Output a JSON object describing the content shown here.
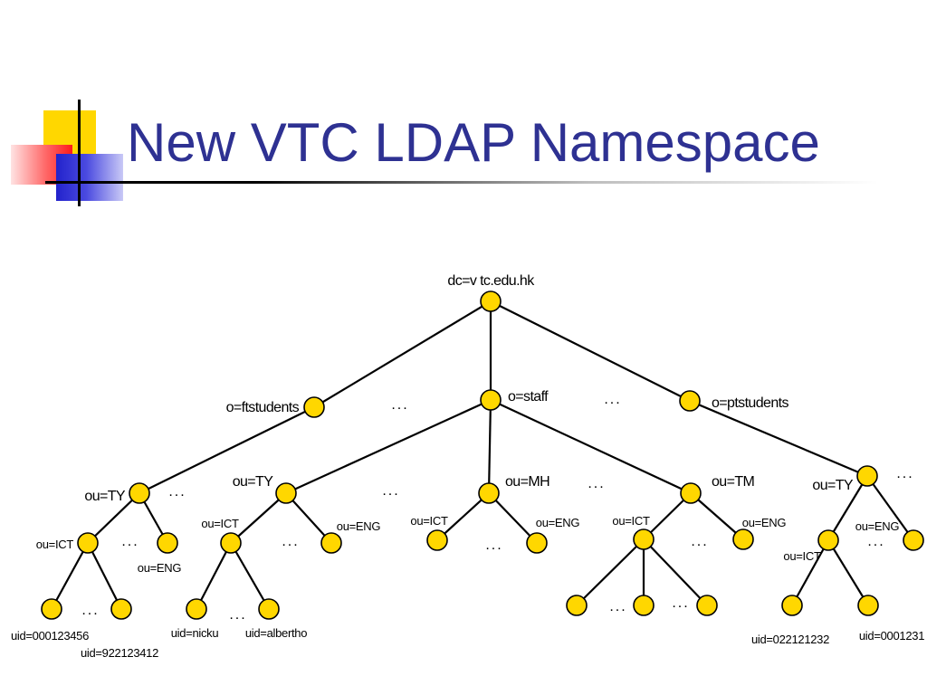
{
  "slide": {
    "title": "New VTC LDAP Namespace"
  },
  "colors": {
    "title": "#2E3192",
    "node_fill": "#FFD700",
    "accent_red": "#FF1A1A",
    "accent_blue": "#2222CC"
  },
  "tree": {
    "nodes": [
      {
        "id": "root",
        "label": "dc=v tc.edu.hk"
      },
      {
        "id": "ft",
        "label": "o=ftstudents"
      },
      {
        "id": "staff",
        "label": "o=staff"
      },
      {
        "id": "pt",
        "label": "o=ptstudents"
      },
      {
        "id": "ft_ty",
        "label": "ou=TY"
      },
      {
        "id": "ft_ty_ict",
        "label": "ou=ICT"
      },
      {
        "id": "ft_ty_eng",
        "label": "ou=ENG"
      },
      {
        "id": "u1",
        "label": "uid=000123456"
      },
      {
        "id": "u2",
        "label": "uid=922123412"
      },
      {
        "id": "st_ty",
        "label": "ou=TY"
      },
      {
        "id": "st_ty_ict",
        "label": "ou=ICT"
      },
      {
        "id": "st_ty_eng",
        "label": "ou=ENG"
      },
      {
        "id": "u3",
        "label": "uid=nicku"
      },
      {
        "id": "u4",
        "label": "uid=albertho"
      },
      {
        "id": "st_mh",
        "label": "ou=MH"
      },
      {
        "id": "st_mh_ict",
        "label": "ou=ICT"
      },
      {
        "id": "st_mh_eng",
        "label": "ou=ENG"
      },
      {
        "id": "st_tm",
        "label": "ou=TM"
      },
      {
        "id": "st_tm_ict",
        "label": "ou=ICT"
      },
      {
        "id": "st_tm_eng",
        "label": "ou=ENG"
      },
      {
        "id": "tm_l1",
        "label": ""
      },
      {
        "id": "tm_l2",
        "label": ""
      },
      {
        "id": "tm_l3",
        "label": ""
      },
      {
        "id": "pt_ty",
        "label": "ou=TY"
      },
      {
        "id": "pt_ty_ict",
        "label": "ou=ICT"
      },
      {
        "id": "pt_ty_eng",
        "label": "ou=ENG"
      },
      {
        "id": "u5",
        "label": "uid=022121232"
      },
      {
        "id": "u6",
        "label": "uid=0001231"
      }
    ],
    "edges": [
      [
        "root",
        "ft"
      ],
      [
        "root",
        "staff"
      ],
      [
        "root",
        "pt"
      ],
      [
        "ft",
        "ft_ty"
      ],
      [
        "ft_ty",
        "ft_ty_ict"
      ],
      [
        "ft_ty",
        "ft_ty_eng"
      ],
      [
        "ft_ty_ict",
        "u1"
      ],
      [
        "ft_ty_ict",
        "u2"
      ],
      [
        "staff",
        "st_ty"
      ],
      [
        "staff",
        "st_mh"
      ],
      [
        "staff",
        "st_tm"
      ],
      [
        "st_ty",
        "st_ty_ict"
      ],
      [
        "st_ty",
        "st_ty_eng"
      ],
      [
        "st_ty_ict",
        "u3"
      ],
      [
        "st_ty_ict",
        "u4"
      ],
      [
        "st_mh",
        "st_mh_ict"
      ],
      [
        "st_mh",
        "st_mh_eng"
      ],
      [
        "st_tm",
        "st_tm_ict"
      ],
      [
        "st_tm",
        "st_tm_eng"
      ],
      [
        "st_tm_ict",
        "tm_l1"
      ],
      [
        "st_tm_ict",
        "tm_l2"
      ],
      [
        "st_tm_ict",
        "tm_l3"
      ],
      [
        "pt",
        "pt_ty"
      ],
      [
        "pt_ty",
        "pt_ty_ict"
      ],
      [
        "pt_ty",
        "pt_ty_eng"
      ],
      [
        "pt_ty_ict",
        "u5"
      ],
      [
        "pt_ty_ict",
        "u6"
      ]
    ],
    "ellipsis": "..."
  }
}
